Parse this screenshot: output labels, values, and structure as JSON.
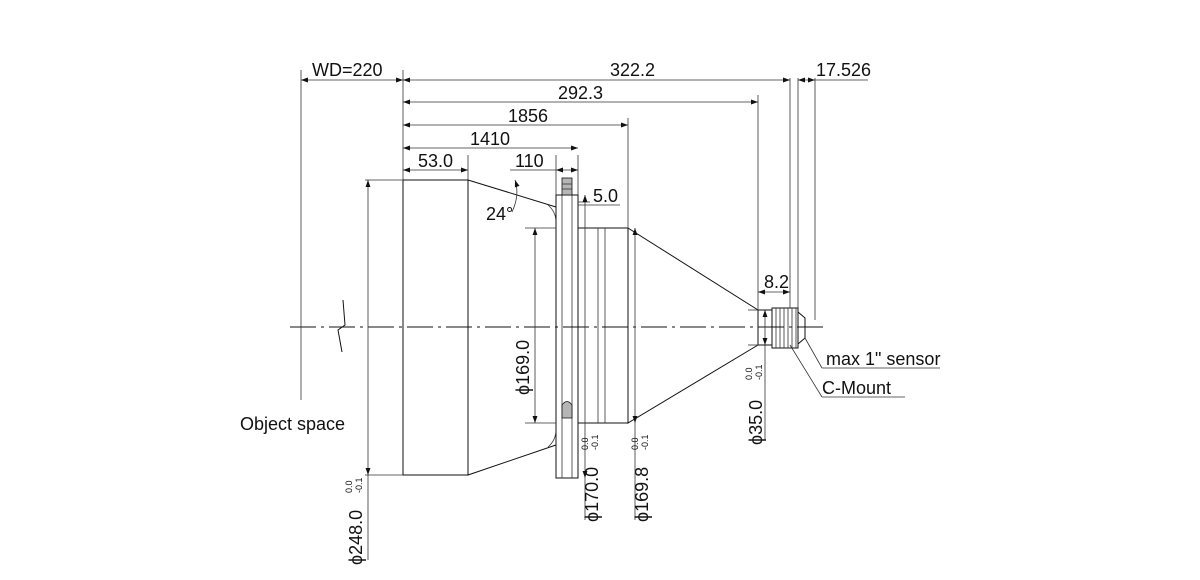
{
  "dimensions": {
    "wd": "WD=220",
    "overall": "322.2",
    "to_mount": "292.3",
    "d_1856": "1856",
    "d_1410": "1410",
    "d_53": "53.0",
    "d_110": "110",
    "d_5": "5.0",
    "flange": "17.526",
    "d_8_2": "8.2",
    "angle": "24°"
  },
  "diameters": {
    "front": "ϕ248.0",
    "front_tol_upper": "0.0",
    "front_tol_lower": "-0.1",
    "d169": "ϕ169.0",
    "d170": "ϕ170.0",
    "d170_tol_upper": "0.0",
    "d170_tol_lower": "-0.1",
    "d169_8": "ϕ169.8",
    "d169_8_tol_upper": "0.0",
    "d169_8_tol_lower": "-0.1",
    "d35": "ϕ35.0",
    "d35_tol_upper": "0.0",
    "d35_tol_lower": "-0.1"
  },
  "labels": {
    "object_space": "Object space",
    "sensor": "max 1\" sensor",
    "mount": "C-Mount"
  }
}
